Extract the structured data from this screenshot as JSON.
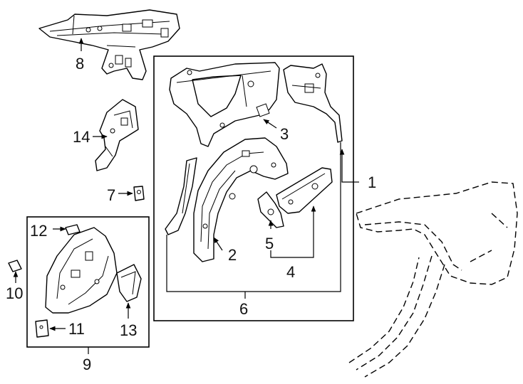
{
  "callouts": {
    "c1": "1",
    "c2": "2",
    "c3": "3",
    "c4": "4",
    "c5": "5",
    "c6": "6",
    "c7": "7",
    "c8": "8",
    "c9": "9",
    "c10": "10",
    "c11": "11",
    "c12": "12",
    "c13": "13",
    "c14": "14"
  },
  "icons": {
    "arrow": "arrowhead-marker"
  },
  "colors": {
    "ink": "#000000",
    "paper": "#ffffff"
  }
}
